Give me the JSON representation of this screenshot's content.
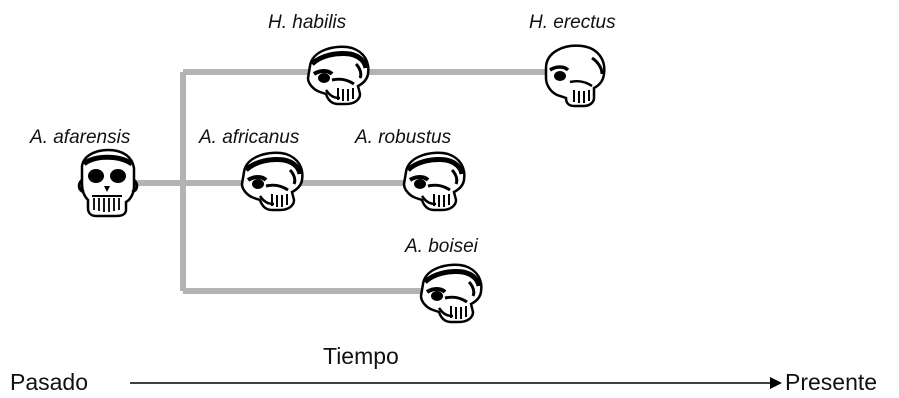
{
  "species": {
    "afarensis": "A. afarensis",
    "africanus": "A. africanus",
    "robustus": "A. robustus",
    "boisei": "A. boisei",
    "habilis": "H. habilis",
    "erectus": "H. erectus"
  },
  "axis": {
    "title": "Tiempo",
    "start": "Pasado",
    "end": "Presente"
  },
  "colors": {
    "branch": "#b3b3b3",
    "skull_outline": "#000000",
    "skull_fill": "#ffffff"
  }
}
